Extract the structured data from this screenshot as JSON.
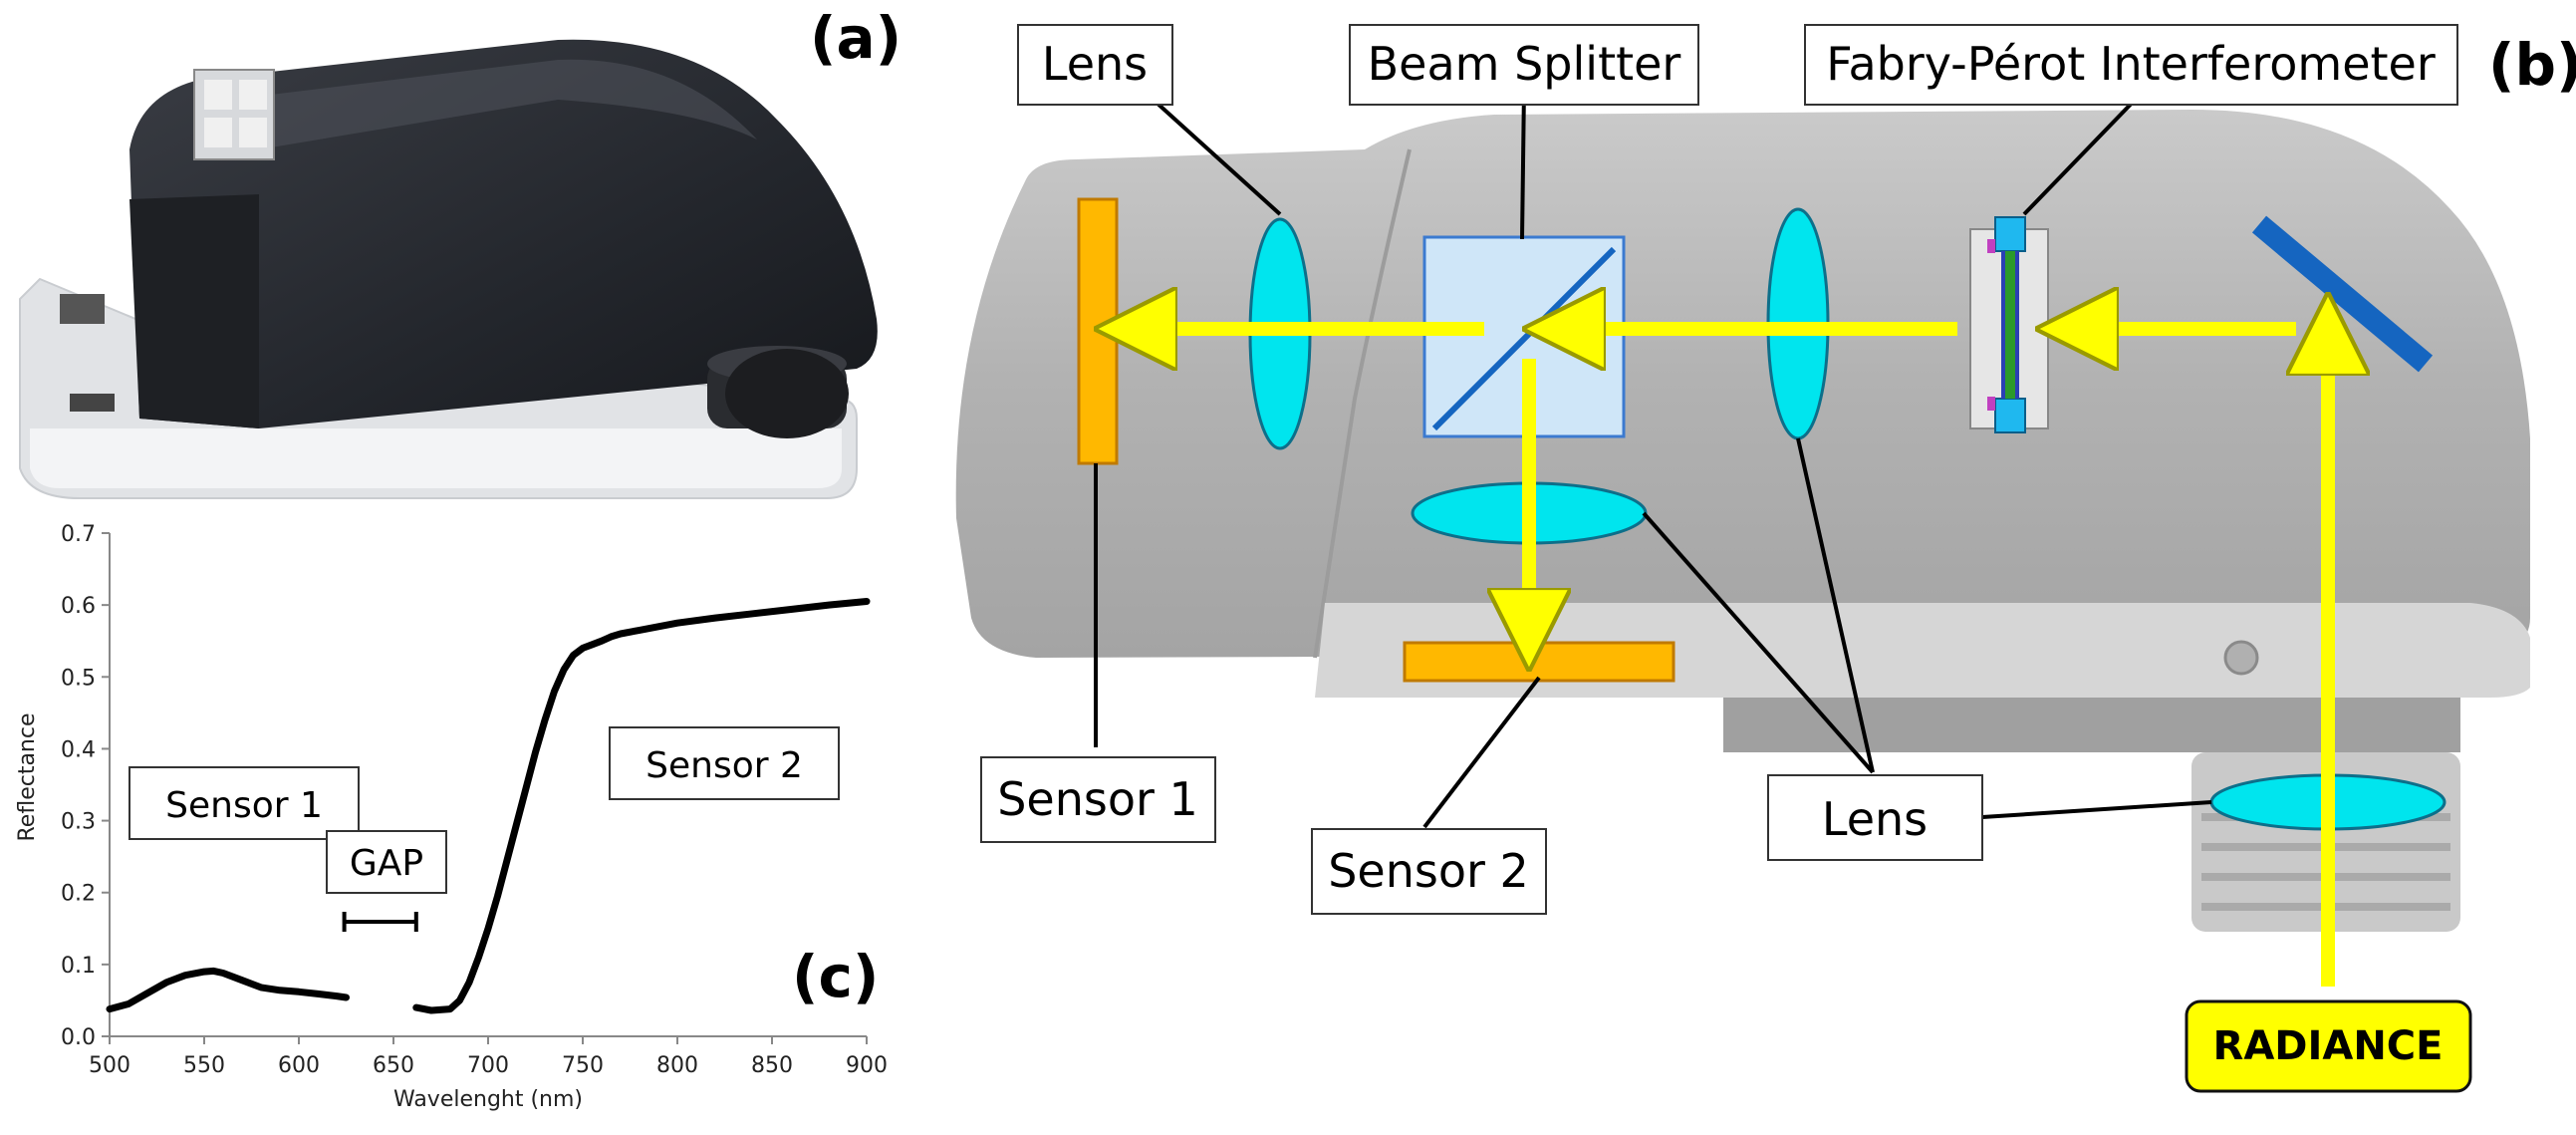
{
  "panels": {
    "a": "(a)",
    "b": "(b)",
    "c": "(c)"
  },
  "diagram": {
    "labels": {
      "lens_top": "Lens",
      "beam_splitter": "Beam Splitter",
      "fabry_perot": "Fabry-Pérot Interferometer",
      "sensor1": "Sensor 1",
      "sensor2": "Sensor 2",
      "lens_bottom": "Lens",
      "radiance": "RADIANCE"
    },
    "colors": {
      "beam": "#ffff00",
      "lens": "#00e5ee",
      "sensor": "#ffb800",
      "mirror": "#1565c0",
      "splitter": "#cfe6f8",
      "radiance_box": "#ffff00",
      "device_body": "#a8a8a8"
    }
  },
  "chart_data": {
    "type": "line",
    "xlabel": "Wavelenght (nm)",
    "ylabel": "Reflectance",
    "xlim": [
      500,
      900
    ],
    "ylim": [
      0,
      0.7
    ],
    "xticks": [
      "500",
      "550",
      "600",
      "650",
      "700",
      "750",
      "800",
      "850",
      "900"
    ],
    "yticks": [
      "0.0",
      "0.1",
      "0.2",
      "0.3",
      "0.4",
      "0.5",
      "0.6",
      "0.7"
    ],
    "annotations": {
      "sensor1": "Sensor 1",
      "sensor2": "Sensor 2",
      "gap": "GAP"
    },
    "gap_range": [
      624,
      662
    ],
    "series": [
      {
        "segment": "sensor1",
        "x": [
          500,
          510,
          520,
          530,
          540,
          550,
          555,
          560,
          570,
          580,
          590,
          600,
          610,
          620,
          625
        ],
        "y": [
          0.038,
          0.045,
          0.06,
          0.075,
          0.085,
          0.09,
          0.091,
          0.088,
          0.078,
          0.068,
          0.064,
          0.062,
          0.059,
          0.056,
          0.054
        ]
      },
      {
        "segment": "sensor2",
        "x": [
          662,
          670,
          680,
          685,
          690,
          695,
          700,
          705,
          710,
          715,
          720,
          725,
          730,
          735,
          740,
          745,
          750,
          755,
          760,
          765,
          770,
          780,
          790,
          800,
          820,
          840,
          860,
          880,
          900
        ],
        "y": [
          0.04,
          0.036,
          0.038,
          0.05,
          0.075,
          0.11,
          0.15,
          0.195,
          0.245,
          0.295,
          0.345,
          0.395,
          0.44,
          0.48,
          0.51,
          0.53,
          0.54,
          0.545,
          0.55,
          0.556,
          0.56,
          0.565,
          0.57,
          0.575,
          0.582,
          0.588,
          0.594,
          0.6,
          0.605
        ]
      }
    ]
  }
}
